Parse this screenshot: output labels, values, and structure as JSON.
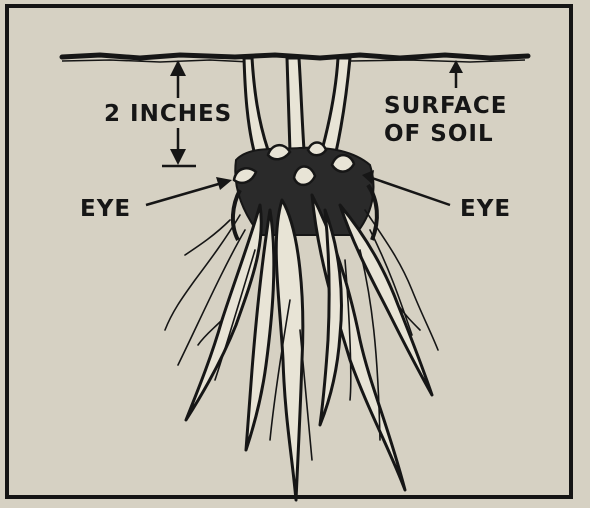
{
  "labels": {
    "depth": "2 INCHES",
    "surface_line1": "SURFACE",
    "surface_line2": "OF SOIL",
    "eye_left": "EYE",
    "eye_right": "EYE"
  },
  "colors": {
    "background": "#d6d1c3",
    "ink": "#161616",
    "root_fill": "#e8e4d6"
  }
}
